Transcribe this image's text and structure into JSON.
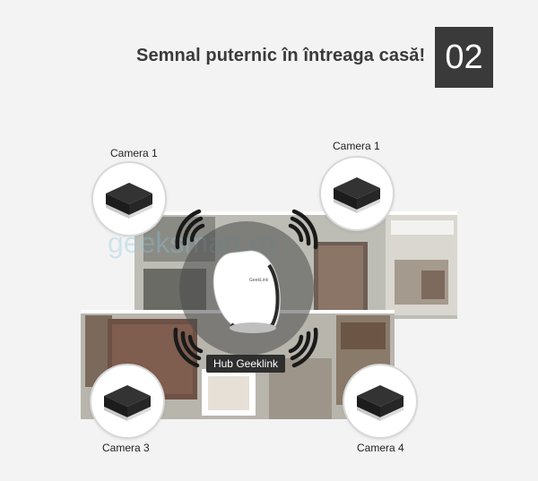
{
  "headline": "Semnal puternic în întreaga casă!",
  "badge_number": "02",
  "watermark": "geeksmart.ro",
  "hub": {
    "label": "Hub Geeklink",
    "brand": "GeekLink"
  },
  "cameras": [
    {
      "label": "Camera 1"
    },
    {
      "label": "Camera 1"
    },
    {
      "label": "Camera 3"
    },
    {
      "label": "Camera 4"
    }
  ]
}
